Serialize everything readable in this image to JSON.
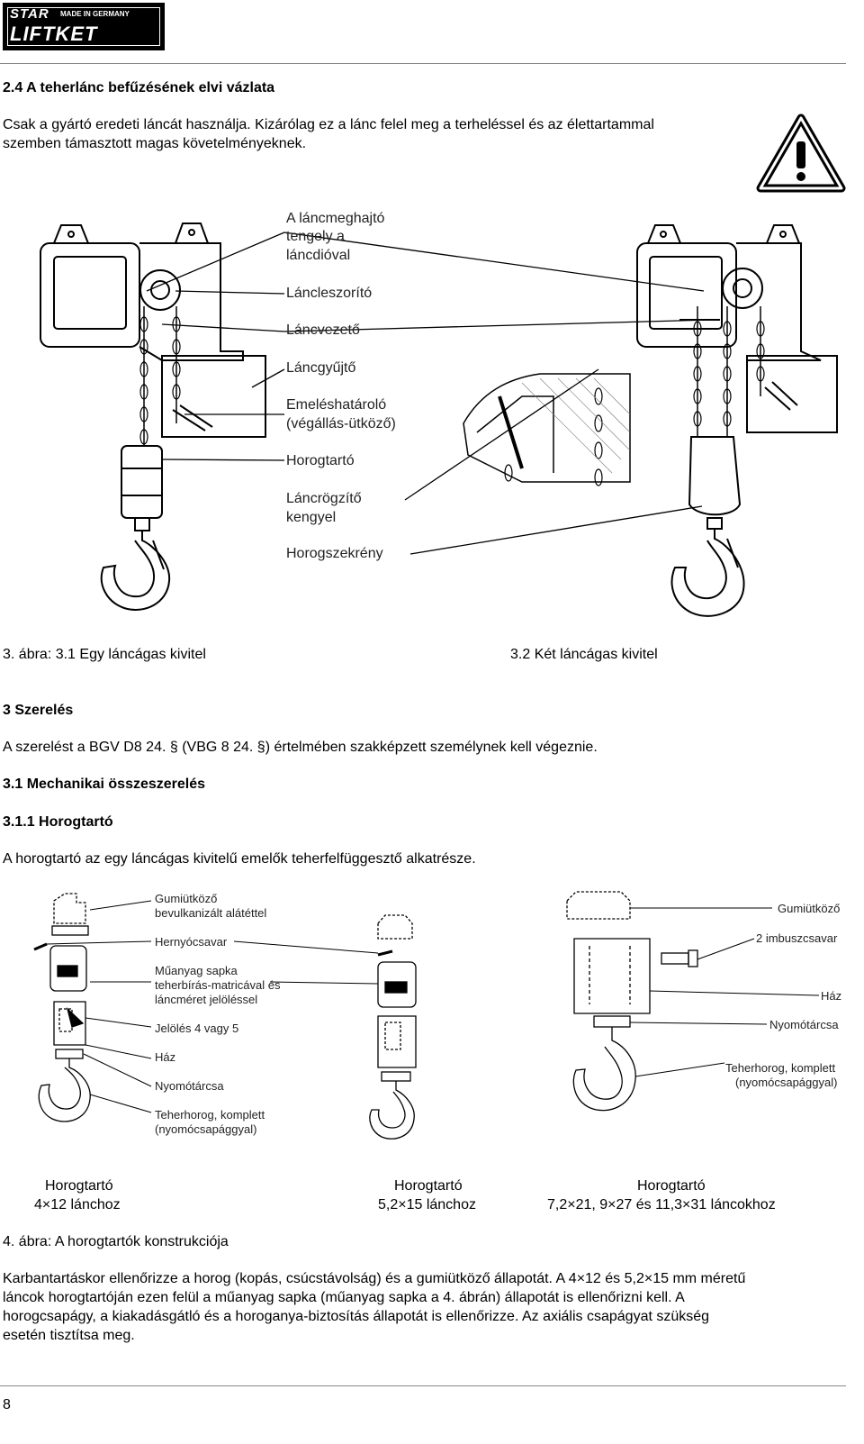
{
  "header": {
    "logo_brand_top": "STAR",
    "logo_made_in": "MADE IN GERMANY",
    "logo_brand_bottom": "LIFTKET"
  },
  "section_2_4": {
    "title": "2.4   A teherlánc befűzésének elvi vázlata",
    "intro_line1": "Csak a gyártó eredeti láncát használja. Kizárólag ez a lánc felel meg a terheléssel és az élettartammal",
    "intro_line2": "szemben támasztott magas követelményeknek."
  },
  "figure3": {
    "labels": [
      "A láncmeghajtó",
      "tengely a",
      "láncdióval",
      "Láncleszorító",
      "Láncvezető",
      "Láncgyűjtő",
      "Emeléshatároló",
      "(végállás-ütköző)",
      "Horogtartó",
      "Láncrögzítő",
      "kengyel",
      "Horogszekrény"
    ],
    "caption_left": "3. ábra:  3.1 Egy láncágas kivitel",
    "caption_right": "3.2 Két láncágas kivitel"
  },
  "section_3": {
    "title": "3   Szerelés",
    "text": "A szerelést a BGV D8 24. § (VBG 8 24. §) értelmében szakképzett személynek kell végeznie."
  },
  "section_3_1": {
    "title": "3.1   Mechanikai összeszerelés"
  },
  "section_3_1_1": {
    "title": "3.1.1   Horogtartó",
    "text": "A horogtartó az egy láncágas kivitelű emelők teherfelfüggesztő alkatrésze."
  },
  "figure4": {
    "labels_left": [
      "Gumiütköző",
      "bevulkanizált alátéttel",
      "Hernyócsavar",
      "Műanyag sapka",
      "teherbírás-matricával és",
      "láncméret jelöléssel",
      "Jelölés 4 vagy 5",
      "Ház",
      "Nyomótárcsa",
      "Teherhorog, komplett",
      "(nyomócsapággyal)"
    ],
    "labels_right": [
      "Gumiütköző",
      "2 imbuszcsavar",
      "Ház",
      "Nyomótárcsa",
      "Teherhorog, komplett",
      "(nyomócsapággyal)"
    ],
    "captions": [
      {
        "title": "Horogtartó",
        "sub": "4×12 lánchoz"
      },
      {
        "title": "Horogtartó",
        "sub": "5,2×15 lánchoz"
      },
      {
        "title": "Horogtartó",
        "sub": "7,2×21, 9×27 és 11,3×31 láncokhoz"
      }
    ],
    "figure_caption": "4. ábra: A horogtartók konstrukciója"
  },
  "maintenance": {
    "line1": "Karbantartáskor ellenőrizze a horog (kopás, csúcstávolság) és a gumiütköző állapotát. A 4×12 és 5,2×15 mm méretű",
    "line2": "láncok horogtartóján ezen felül a műanyag sapka (műanyag sapka a 4. ábrán) állapotát is ellenőrizni kell. A",
    "line3": "horogcsapágy, a kiakadásgátló és a horoganya-biztosítás állapotát is ellenőrizze. Az axiális csapágyat szükség",
    "line4": "esetén tisztítsa meg."
  },
  "footer": {
    "page_number": "8"
  }
}
